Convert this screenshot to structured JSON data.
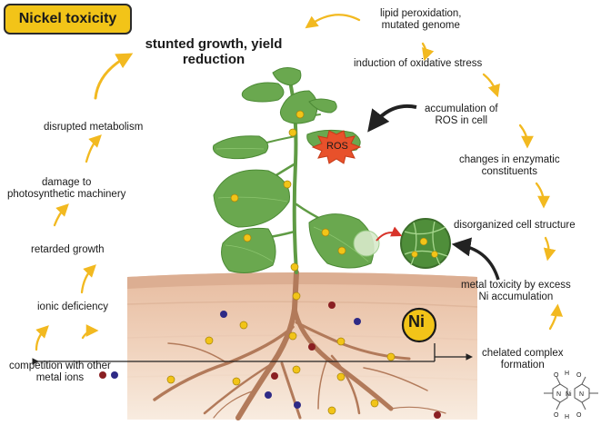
{
  "title": "Nickel toxicity",
  "headline": "stunted growth, yield reduction",
  "right_chain": {
    "lipid": [
      "lipid peroxidation,",
      "mutated genome"
    ],
    "oxidative": "induction of oxidative stress",
    "ros_accum": [
      "accumulation of",
      "ROS in cell"
    ],
    "enzymatic": [
      "changes in enzymatic",
      "constituents"
    ],
    "disorganized": "disorganized cell structure",
    "metal_tox": [
      "metal toxicity by excess",
      "Ni accumulation"
    ],
    "chelated": [
      "chelated complex",
      "formation"
    ]
  },
  "left_chain": {
    "disrupted": "disrupted metabolism",
    "damage": [
      "damage to",
      "photosynthetic machinery"
    ],
    "retarded": "retarded growth",
    "ionic": "ionic deficiency",
    "competition": [
      "competition with other",
      "metal ions"
    ]
  },
  "ros_label": "ROS",
  "ni_label": "Ni",
  "colors": {
    "title_bg": "#f2c418",
    "arrow_yellow": "#f2b920",
    "ni_circle": "#f2c418",
    "ros_burst": "#e8512b",
    "soil_top": "#e9c2a8",
    "soil_bottom": "#f6e6d6",
    "leaf": "#5f9b44",
    "root": "#b27a5a"
  },
  "chelate_atoms": [
    "O",
    "H",
    "O",
    "N",
    "Ni",
    "N",
    "O",
    "H",
    "O"
  ]
}
